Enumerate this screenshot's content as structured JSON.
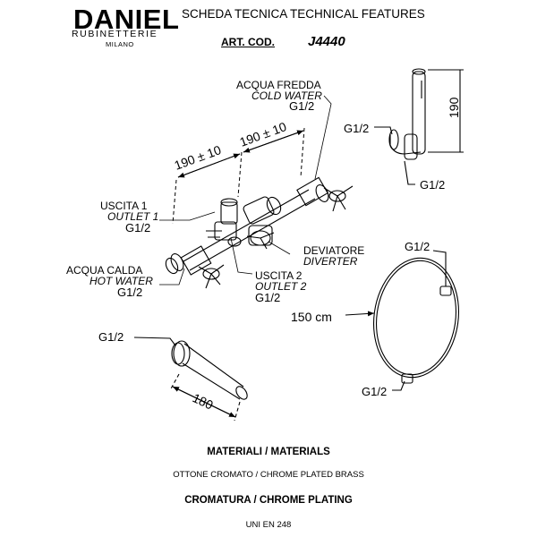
{
  "header": {
    "brand": "DANIEL",
    "brand_sub": "RUBINETTERIE",
    "brand_city": "MILANO",
    "title": "SCHEDA TECNICA   TECHNICAL FEATURES",
    "art_label": "ART. COD.",
    "art_code": "J4440"
  },
  "labels": {
    "cold_it": "ACQUA FREDDA",
    "cold_en": "COLD WATER",
    "cold_g": "G1/2",
    "outlet1_it": "USCITA 1",
    "outlet1_en": "OUTLET 1",
    "outlet1_g": "G1/2",
    "hot_it": "ACQUA CALDA",
    "hot_en": "HOT WATER",
    "hot_g": "G1/2",
    "outlet2_it": "USCITA 2",
    "outlet2_en": "OUTLET 2",
    "outlet2_g": "G1/2",
    "diverter_it": "DEVIATORE",
    "diverter_en": "DIVERTER",
    "dim_a": "190 ± 10",
    "dim_b": "190 ± 10",
    "shower_g1": "G1/2",
    "shower_g2": "G1/2",
    "shower_h": "190",
    "hose_g1": "G1/2",
    "hose_len": "150 cm",
    "hose_g2": "G1/2",
    "spout_g": "G1/2",
    "spout_len": "180"
  },
  "footer": {
    "materials_title": "MATERIALI / MATERIALS",
    "materials_value": "OTTONE CROMATO  / CHROME PLATED BRASS",
    "plating_title": "CROMATURA / CHROME PLATING",
    "plating_value": "UNI EN 248"
  }
}
